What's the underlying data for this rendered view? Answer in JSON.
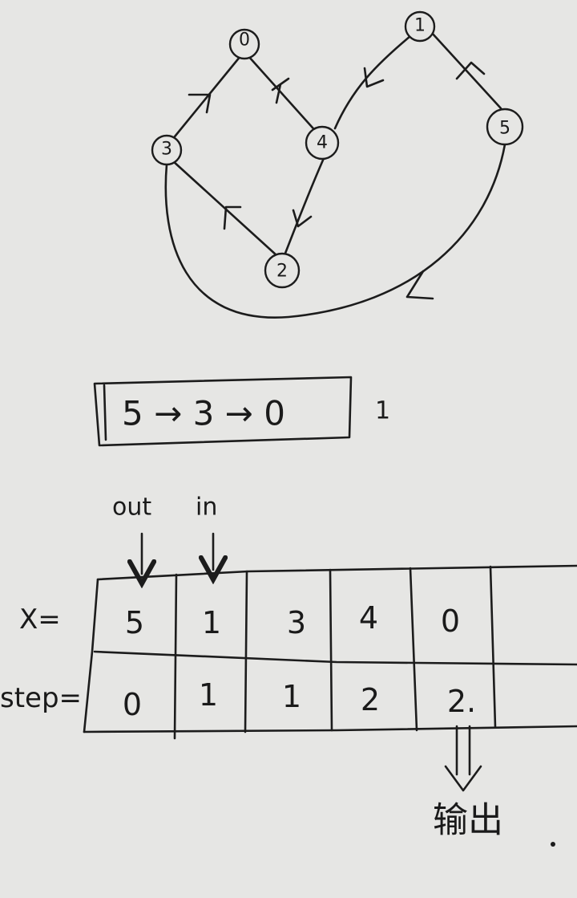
{
  "graph": {
    "nodes": [
      {
        "id": "0",
        "label": "0"
      },
      {
        "id": "1",
        "label": "1"
      },
      {
        "id": "2",
        "label": "2"
      },
      {
        "id": "3",
        "label": "3"
      },
      {
        "id": "4",
        "label": "4"
      },
      {
        "id": "5",
        "label": "5"
      }
    ],
    "edges": [
      {
        "from": "3",
        "to": "0"
      },
      {
        "from": "4",
        "to": "0"
      },
      {
        "from": "1",
        "to": "4"
      },
      {
        "from": "4",
        "to": "2"
      },
      {
        "from": "2",
        "to": "3"
      },
      {
        "from": "5",
        "to": "1"
      },
      {
        "from": "5",
        "to": "3"
      }
    ]
  },
  "path_box": {
    "text": "5 → 3 → 0",
    "side_note": "1"
  },
  "queue": {
    "out_label": "out",
    "in_label": "in",
    "x_label": "X=",
    "step_label": "step=",
    "x_values": [
      "5",
      "1",
      "3",
      "4",
      "0",
      ""
    ],
    "step_values": [
      "0",
      "1",
      "1",
      "2",
      "2.",
      ""
    ],
    "output_label": "输出"
  },
  "colors": {
    "ink": "#1c1c1c",
    "paper": "#e6e6e4"
  }
}
